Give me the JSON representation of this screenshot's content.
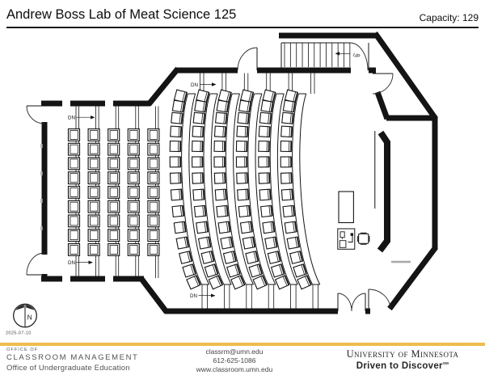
{
  "header": {
    "title": "Andrew Boss Lab of Meat Science 125",
    "capacity_label": "Capacity: 129",
    "capacity_value": 129
  },
  "plan": {
    "room_number": "125",
    "labels": {
      "down_marker": "DN",
      "up_marker": "UP"
    },
    "compass": {
      "letter": "N",
      "date": "2025-07-10"
    },
    "seating": {
      "left_block": {
        "columns": 5,
        "rows": 9,
        "seat_count": 45
      },
      "curved_block": {
        "columns": 6,
        "seats_per_column": 14,
        "seat_count": 84
      },
      "total_seats": 129
    },
    "dn_marker_count": 4
  },
  "footer": {
    "office": {
      "line1": "OFFICE OF",
      "line2": "CLASSROOM MANAGEMENT",
      "line3": "Office of Undergraduate Education"
    },
    "contact": {
      "email": "classrm@umn.edu",
      "phone": "612-625-1086",
      "website": "www.classroom.umn.edu"
    },
    "brand": {
      "university": "University of Minnesota",
      "tagline": "Driven to Discover",
      "tagline_mark": "SM"
    },
    "accent_color": "#eebd4e"
  }
}
